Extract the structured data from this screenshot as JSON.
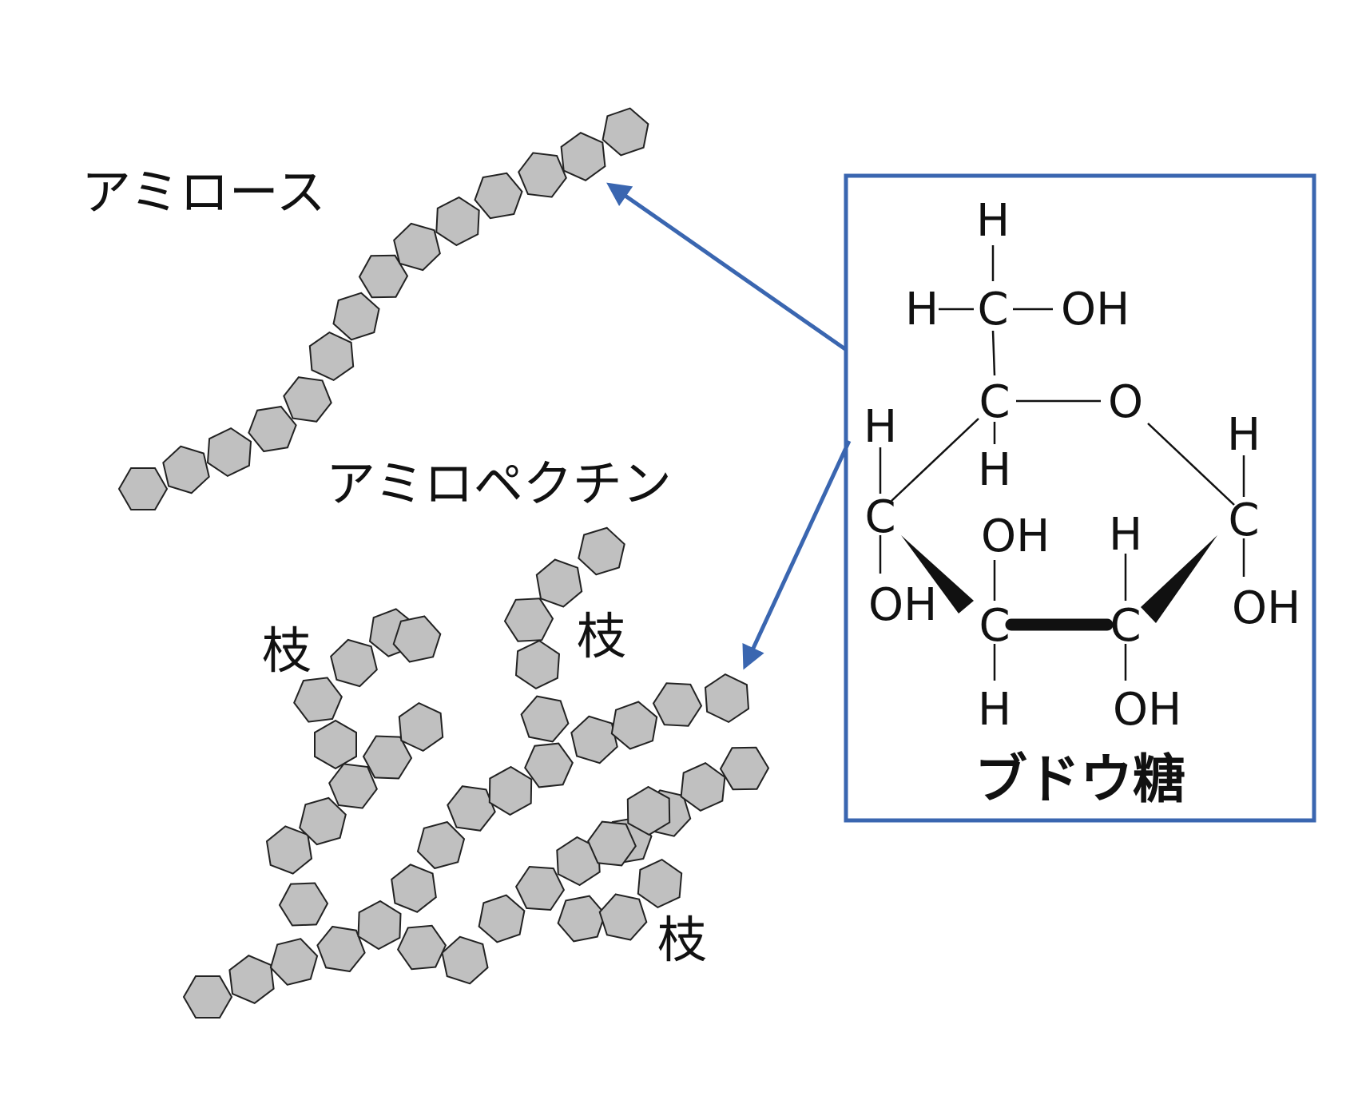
{
  "labels": {
    "amylose": "アミロース",
    "amylopectin": "アミロペクチン",
    "branch": "枝",
    "glucose": "ブドウ糖"
  },
  "atoms": {
    "h": "H",
    "c": "C",
    "o": "O",
    "oh": "OH"
  },
  "colors": {
    "accent": "#3a66b0",
    "unit_fill": "#c0c0c0",
    "unit_stroke": "#222222",
    "text": "#111111"
  }
}
